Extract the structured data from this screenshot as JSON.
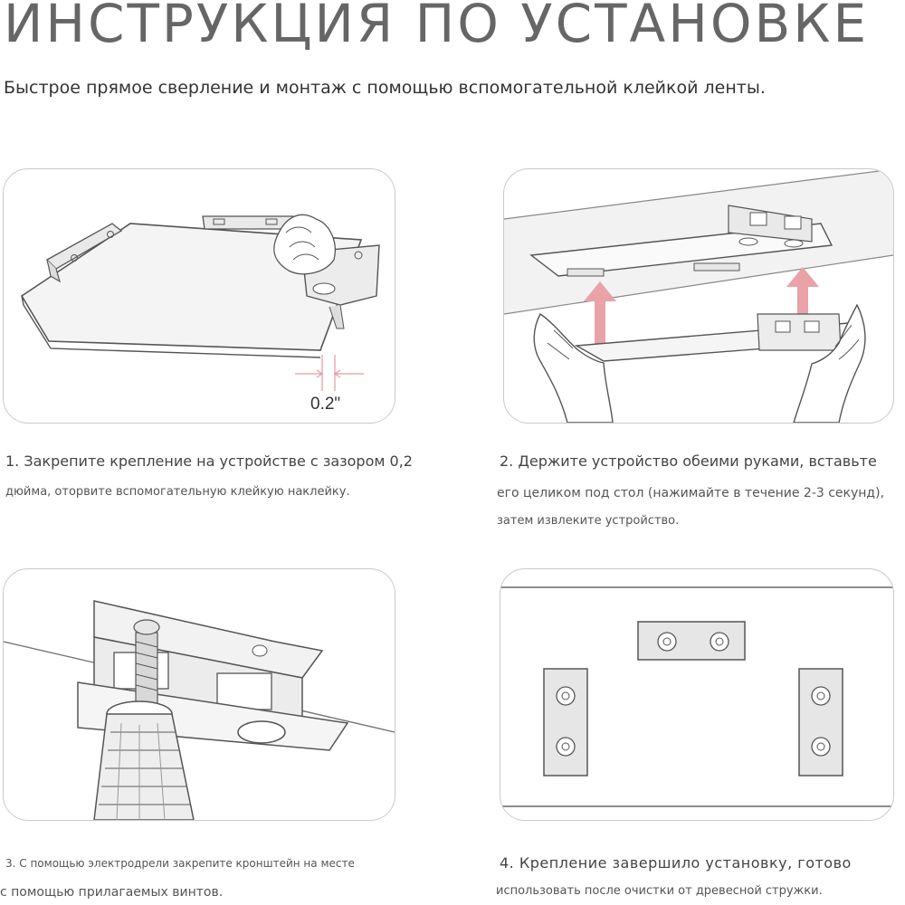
{
  "header": {
    "title": "ИНСТРУКЦИЯ ПО УСТАНОВКЕ",
    "subtitle": "Быстрое прямое сверление и монтаж с помощью вспомогательной клейкой ленты."
  },
  "steps": [
    {
      "lines": [
        "1. Закрепите крепление на устройстве с зазором 0,2",
        "дюйма, оторвите вспомогательную клейкую наклейку."
      ],
      "measurement": "0.2\""
    },
    {
      "lines": [
        "2. Держите устройство обеими руками, вставьте",
        "его целиком под стол (нажимайте в течение 2-3 секунд),",
        "затем извлеките устройство."
      ]
    },
    {
      "lines": [
        "3. С помощью электродрели закрепите кронштейн на месте",
        "с помощью прилагаемых винтов."
      ]
    },
    {
      "lines": [
        "4. Крепление завершило установку, готово",
        "использовать после очистки от древесной стружки."
      ]
    }
  ],
  "icons": {
    "step1": "bracket-on-device-illustration",
    "step2": "hands-lifting-device-illustration",
    "step3": "drill-screwing-bracket-illustration",
    "step4": "installed-brackets-illustration"
  },
  "colors": {
    "arrow": "#e8a2a8",
    "panel_border": "#c9c9c9",
    "line_art": "#555555"
  }
}
